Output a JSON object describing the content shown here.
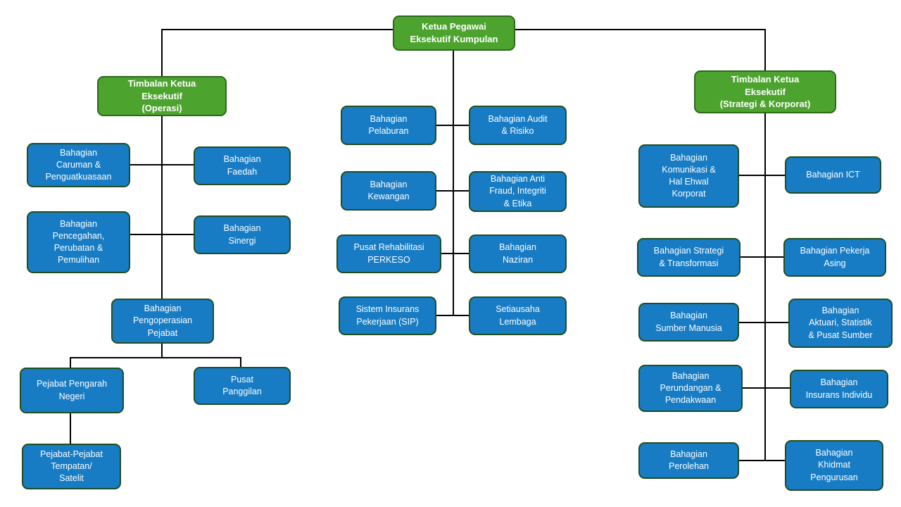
{
  "colors": {
    "node_blue_fill": "#177CC4",
    "node_blue_border": "#1F4E20",
    "node_green_fill": "#4CA42E",
    "node_green_border": "#2E681C",
    "connector": "#000000",
    "background": "#FFFFFF"
  },
  "org": {
    "root": {
      "label": "Ketua Pegawai\nEksekutif Kumpulan"
    },
    "deputies": {
      "operations": {
        "label": "Timbalan Ketua\nEksekutif\n(Operasi)"
      },
      "strategy": {
        "label": "Timbalan Ketua\nEksekutif\n(Strategi & Korporat)"
      }
    },
    "operations_units": [
      {
        "label": "Bahagian\nCaruman &\nPenguatkuasaan"
      },
      {
        "label": "Bahagian\nFaedah"
      },
      {
        "label": "Bahagian\nPencegahan,\nPerubatan &\nPemulihan"
      },
      {
        "label": "Bahagian\nSinergi"
      },
      {
        "label": "Bahagian\nPengoperasian\nPejabat"
      },
      {
        "label": "Pejabat Pengarah\nNegeri"
      },
      {
        "label": "Pusat\nPanggilan"
      },
      {
        "label": "Pejabat-Pejabat\nTempatan/\nSatelit"
      }
    ],
    "ceo_units": [
      {
        "label": "Bahagian\nPelaburan"
      },
      {
        "label": "Bahagian Audit\n& Risiko"
      },
      {
        "label": "Bahagian\nKewangan"
      },
      {
        "label": "Bahagian Anti\nFraud, Integriti\n& Etika"
      },
      {
        "label": "Pusat Rehabilitasi\nPERKESO"
      },
      {
        "label": "Bahagian\nNaziran"
      },
      {
        "label": "Sistem Insurans\nPekerjaan (SIP)"
      },
      {
        "label": "Setiausaha\nLembaga"
      }
    ],
    "strategy_units": [
      {
        "label": "Bahagian\nKomunikasi &\nHal Ehwal\nKorporat"
      },
      {
        "label": "Bahagian ICT"
      },
      {
        "label": "Bahagian Strategi\n& Transformasi"
      },
      {
        "label": "Bahagian Pekerja\nAsing"
      },
      {
        "label": "Bahagian\nSumber Manusia"
      },
      {
        "label": "Bahagian\nAktuari, Statistik\n& Pusat Sumber"
      },
      {
        "label": "Bahagian\nPerundangan &\nPendakwaan"
      },
      {
        "label": "Bahagian\nInsurans Individu"
      },
      {
        "label": "Bahagian\nPerolehan"
      },
      {
        "label": "Bahagian\nKhidmat\nPengurusan"
      }
    ]
  }
}
